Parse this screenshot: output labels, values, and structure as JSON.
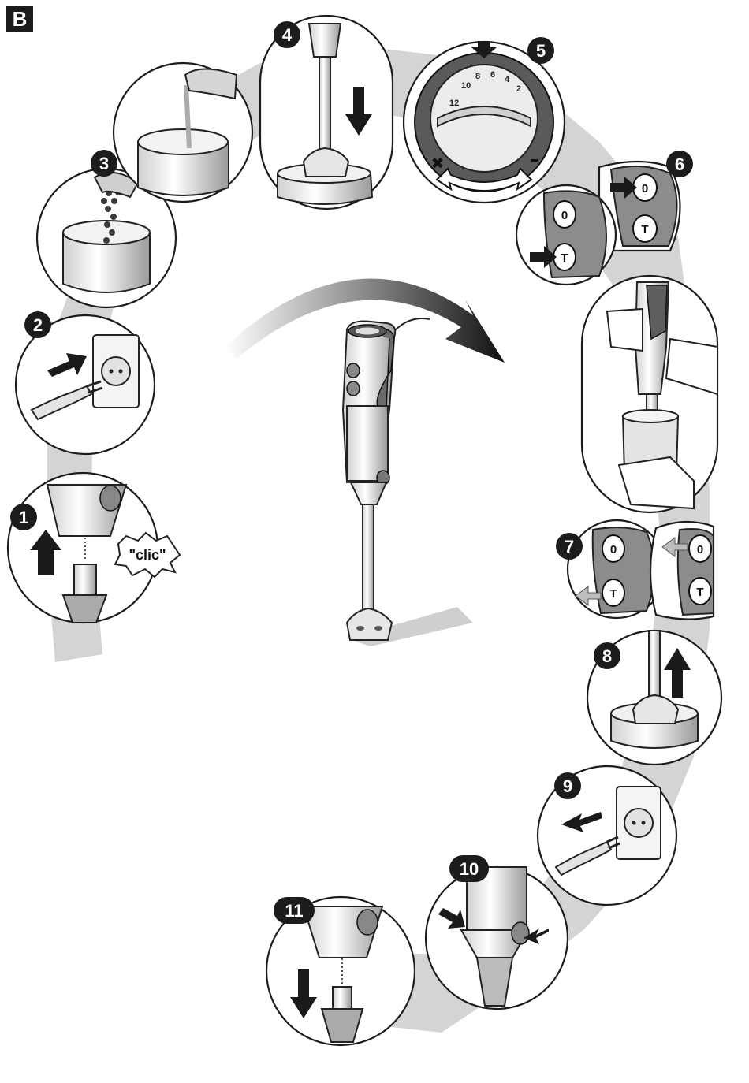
{
  "section_label": "B",
  "sound_label": "\"clic\"",
  "speed_dial": {
    "numbers": [
      "12",
      "10",
      "8",
      "6",
      "4",
      "2"
    ],
    "min_symbol": "–",
    "max_symbol": "✖"
  },
  "button_glyphs": {
    "speed": "0",
    "turbo": "T"
  },
  "steps": [
    {
      "number": "1"
    },
    {
      "number": "2"
    },
    {
      "number": "3"
    },
    {
      "number": "4"
    },
    {
      "number": "5"
    },
    {
      "number": "6"
    },
    {
      "number": "7"
    },
    {
      "number": "8"
    },
    {
      "number": "9"
    },
    {
      "number": "10"
    },
    {
      "number": "11"
    }
  ],
  "colors": {
    "badge": "#1c1c1c",
    "path_shadow": "#cfcfcf",
    "outline": "#1c1c1c"
  }
}
